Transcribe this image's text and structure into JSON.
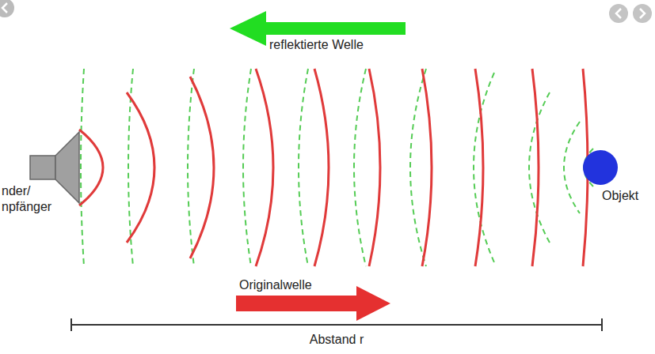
{
  "diagram": {
    "nodes": [
      {
        "text": [
          "nder/ npfänger"
        ]
      },
      {
        "text": [
          "Objekt"
        ]
      }
    ],
    "labels": [
      "reflektierte Welle",
      "Originalwelle",
      "Abstand r"
    ]
  }
}
